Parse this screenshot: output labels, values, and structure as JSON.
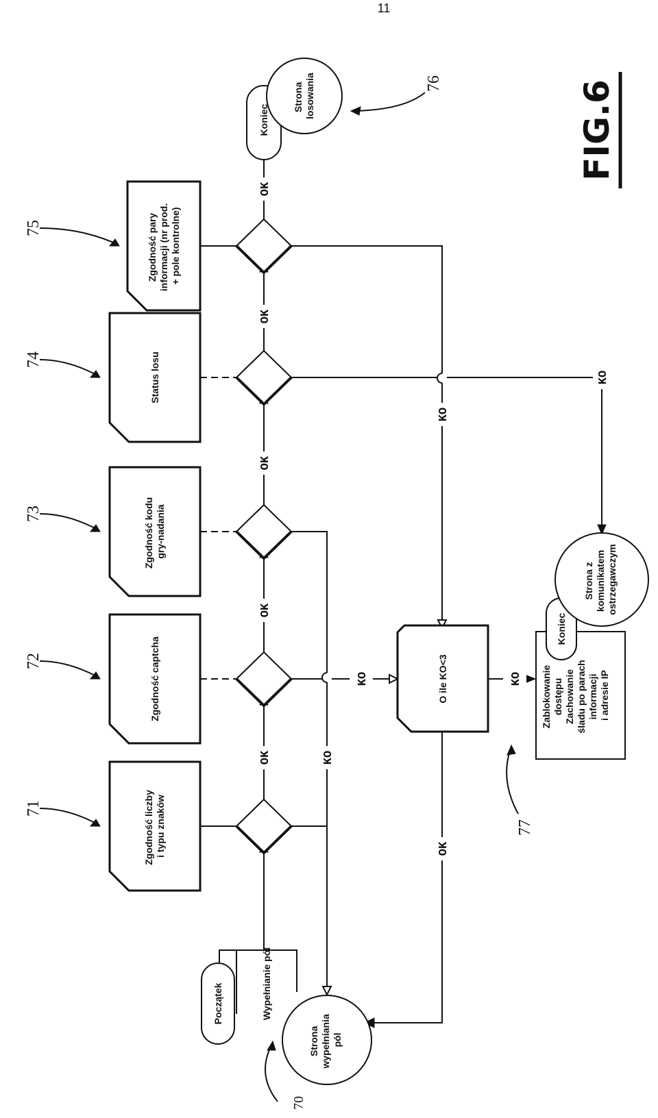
{
  "page_number": "11",
  "figure_label": "FIG.6",
  "reference_numbers": {
    "r70": "70",
    "r71": "71",
    "r72": "72",
    "r73": "73",
    "r74": "74",
    "r75": "75",
    "r76": "76",
    "r77": "77"
  },
  "nodes": {
    "start": "Początek",
    "fill_fields": "Wypełnianie pól",
    "fill_page": [
      "Strona",
      "wypełniania",
      "pól"
    ],
    "check_71": [
      "Zgodność liczby",
      "i typu znaków"
    ],
    "check_72": [
      "Zgodność captcha"
    ],
    "check_73": [
      "Zgodność kodu",
      "gry-nadania"
    ],
    "check_74": [
      "Status losu"
    ],
    "check_75": [
      "Zgodność pary",
      "informacji (nr prod.",
      "+ pole kontrolne)"
    ],
    "end_top": "Koniec",
    "draw_page": [
      "Strona",
      "losowania"
    ],
    "ko_count": "O ile KO<3",
    "block_access": [
      "Zablokowanie",
      "dostępu",
      "Zachowanie",
      "śladu po parach",
      "informacji",
      "i adresie IP"
    ],
    "end_bottom": "Koniec",
    "warning_page": [
      "Strona z",
      "komunikatem",
      "ostrzegawczym"
    ]
  },
  "connectors": {
    "ok": "OK",
    "ko": "KO"
  }
}
